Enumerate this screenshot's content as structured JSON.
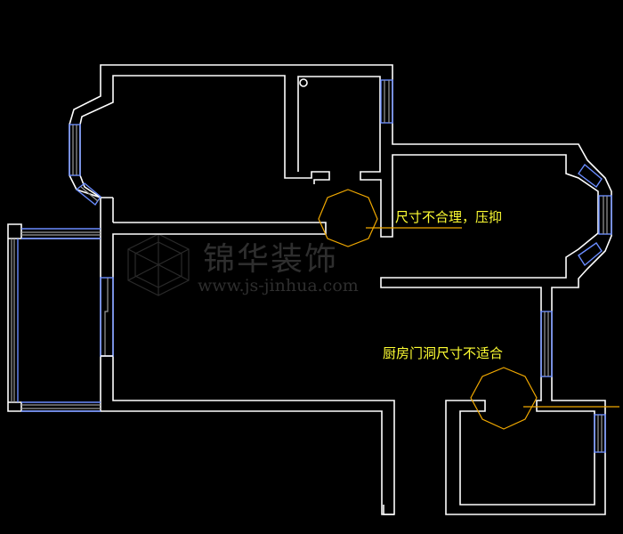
{
  "annotations": {
    "bedroom_note": "尺寸不合理，压抑",
    "kitchen_note": "厨房门洞尺寸不适合"
  },
  "watermark": {
    "brand": "锦华装饰",
    "url": "www.js-jinhua.com"
  },
  "colors": {
    "background": "#000000",
    "wall": "#ffffff",
    "window": "#6a8cff",
    "marker": "#f0a800",
    "note_text": "#ffff33"
  }
}
